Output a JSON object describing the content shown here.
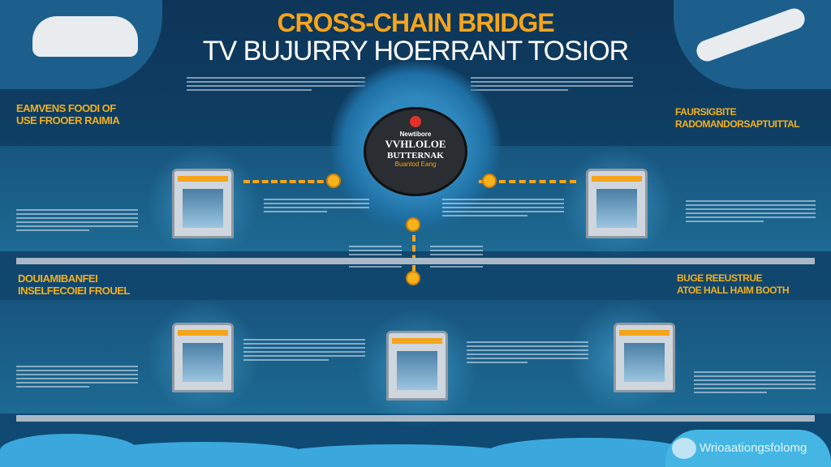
{
  "header": {
    "title": "CROSS-CHAIN BRIDGE",
    "subtitle": "TV BUJURRY HOERRANT TOSIOR"
  },
  "center_badge": {
    "small": "Newtibore",
    "line1": "VVHLOLOE",
    "line2": "BUTTERNAK",
    "tag": "Buantod Eang"
  },
  "sections": [
    {
      "heading_line1": "EAMVENS FOODI OF",
      "heading_line2": "USE FROOER RAIMIA"
    },
    {
      "heading_line1": "FAURSIGBITE",
      "heading_line2": "RADOMANDORSAPTUITTAL"
    },
    {
      "heading_line1": "DOUIAMIBANFEI",
      "heading_line2": "INSELFECOIEI FROUEL"
    },
    {
      "heading_line1": "BUGE REEUSTRUE",
      "heading_line2": "ATOE HALL HAIM BOOTH"
    }
  ],
  "footer": {
    "brand": "Wrioaationgsfolomg"
  },
  "colors": {
    "accent": "#f5a41b",
    "background": "#0f3a5c"
  }
}
